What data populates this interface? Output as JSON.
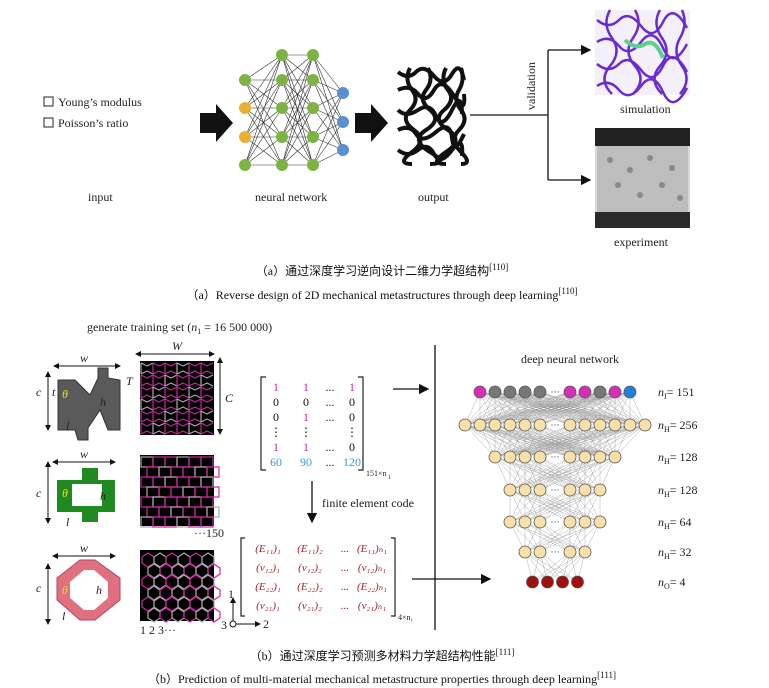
{
  "part_a": {
    "inputs": [
      "Young’s modulus",
      "Poisson’s ratio"
    ],
    "input_label": "input",
    "nn_label": "neural network",
    "output_label": "output",
    "validation_label": "validation",
    "simulation_label": "simulation",
    "experiment_label": "experiment",
    "caption_cn": "（a）通过深度学习逆向设计二维力学超结构",
    "caption_cn_ref": "[110]",
    "caption_en": "（a）Reverse design of 2D mechanical metastructures through deep learning",
    "caption_en_ref": "[110]"
  },
  "part_b": {
    "training_set_prefix": "generate training set (",
    "training_set_var": "n",
    "training_set_sub": "1",
    "training_set_value": " = 16 500 000)",
    "unit_cells": [
      {
        "name": "re-entrant",
        "color": "#5a5a5a",
        "labels": [
          "w",
          "c",
          "t",
          "θ",
          "h",
          "l",
          "T"
        ]
      },
      {
        "name": "rectangular",
        "color": "#1f8a1f",
        "labels": [
          "w",
          "c",
          "θ",
          "h",
          "l"
        ]
      },
      {
        "name": "hexagonal",
        "color": "#e07080",
        "labels": [
          "w",
          "c",
          "θ",
          "h",
          "l"
        ]
      }
    ],
    "grid_labels": {
      "W": "W",
      "C": "C",
      "count": "···150",
      "indices": "1 2 3···"
    },
    "matrix_in": {
      "rows": [
        [
          "1",
          "1",
          "...",
          "1"
        ],
        [
          "0",
          "0",
          "...",
          "0"
        ],
        [
          "0",
          "1",
          "...",
          "0"
        ],
        [
          "⋮",
          "⋮",
          "",
          "⋮"
        ],
        [
          "1",
          "1",
          "...",
          "0"
        ],
        [
          "60",
          "90",
          "...",
          "120"
        ]
      ],
      "size": "151×n",
      "size_sub": "1"
    },
    "fem_label": "finite element code",
    "matrix_out": {
      "rows": [
        [
          "(E₁₁)₁",
          "(E₁₁)₂",
          "...",
          "(E₁₁)ₙ₁"
        ],
        [
          "(ν₁₂)₁",
          "(ν₁₂)₂",
          "...",
          "(ν₁₂)ₙ₁"
        ],
        [
          "(E₂₂)₁",
          "(E₂₂)₂",
          "...",
          "(E₂₂)ₙ₁"
        ],
        [
          "(ν₂₁)₁",
          "(ν₂₁)₂",
          "...",
          "(ν₂₁)ₙ₁"
        ]
      ],
      "size": "4×n₁"
    },
    "axes": {
      "a1": "1",
      "a2": "2",
      "a3": "3"
    },
    "dnn_title": "deep neural network",
    "layers": [
      {
        "label": "n",
        "sub": "I",
        "value": "= 151",
        "left": [
          "#d62fb5",
          "#777777",
          "#777777",
          "#777777",
          "#777777"
        ],
        "right": [
          "#d62fb5",
          "#d62fb5",
          "#777777",
          "#d62fb5",
          "#1e7fe0"
        ]
      },
      {
        "label": "n",
        "sub": "H",
        "value": "= 256",
        "left": [
          "#f8e0a8",
          "#f8e0a8",
          "#f8e0a8",
          "#f8e0a8",
          "#f8e0a8",
          "#f8e0a8"
        ],
        "right": [
          "#f8e0a8",
          "#f8e0a8",
          "#f8e0a8",
          "#f8e0a8",
          "#f8e0a8",
          "#f8e0a8"
        ]
      },
      {
        "label": "n",
        "sub": "H",
        "value": "= 128",
        "left": [
          "#f8e0a8",
          "#f8e0a8",
          "#f8e0a8",
          "#f8e0a8"
        ],
        "right": [
          "#f8e0a8",
          "#f8e0a8",
          "#f8e0a8",
          "#f8e0a8"
        ]
      },
      {
        "label": "n",
        "sub": "H",
        "value": "= 128",
        "left": [
          "#f8e0a8",
          "#f8e0a8",
          "#f8e0a8"
        ],
        "right": [
          "#f8e0a8",
          "#f8e0a8",
          "#f8e0a8"
        ]
      },
      {
        "label": "n",
        "sub": "H",
        "value": "= 64",
        "left": [
          "#f8e0a8",
          "#f8e0a8",
          "#f8e0a8"
        ],
        "right": [
          "#f8e0a8",
          "#f8e0a8",
          "#f8e0a8"
        ]
      },
      {
        "label": "n",
        "sub": "H",
        "value": "= 32",
        "left": [
          "#f8e0a8",
          "#f8e0a8"
        ],
        "right": [
          "#f8e0a8",
          "#f8e0a8"
        ]
      },
      {
        "label": "n",
        "sub": "O",
        "value": "= 4",
        "left": [
          "#a01010",
          "#a01010",
          "#a01010",
          "#a01010"
        ],
        "right": []
      }
    ],
    "caption_cn": "（b）通过深度学习预测多材料力学超结构性能",
    "caption_cn_ref": "[111]",
    "caption_en": "（b）Prediction of multi-material mechanical metastructure properties through deep learning",
    "caption_en_ref": "[111]"
  },
  "colors": {
    "magenta": "#c8289e",
    "blue": "#3a9ae0",
    "darkred": "#a0202a",
    "green": "#7cb342",
    "yellow": "#e8b030",
    "nnblue": "#5a8fd0"
  }
}
